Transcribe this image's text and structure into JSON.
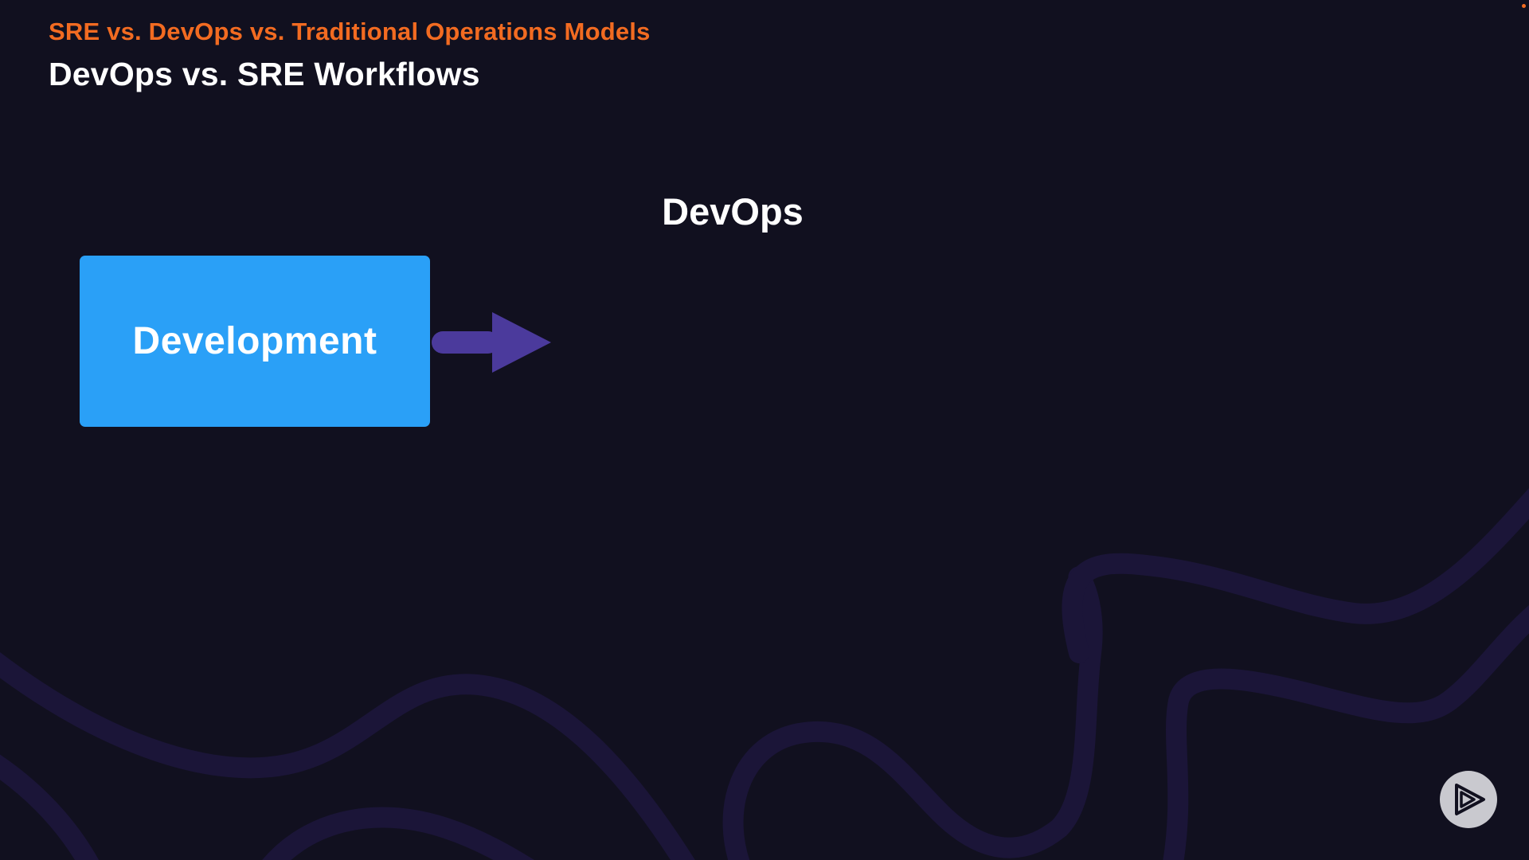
{
  "header": {
    "course_title": "SRE vs. DevOps vs. Traditional Operations Models",
    "slide_title": "DevOps vs. SRE Workflows"
  },
  "diagram": {
    "section_heading": "DevOps",
    "box_label": "Development",
    "arrow": "right-arrow"
  },
  "player": {
    "icon": "play-logo-icon"
  },
  "colors": {
    "background": "#11101f",
    "accent_orange": "#f26b21",
    "box_blue": "#2aa0f7",
    "arrow_purple": "#4b3a9c",
    "swirl": "#1b1538",
    "badge_bg": "#c9c9cf",
    "badge_icon": "#11101f"
  }
}
